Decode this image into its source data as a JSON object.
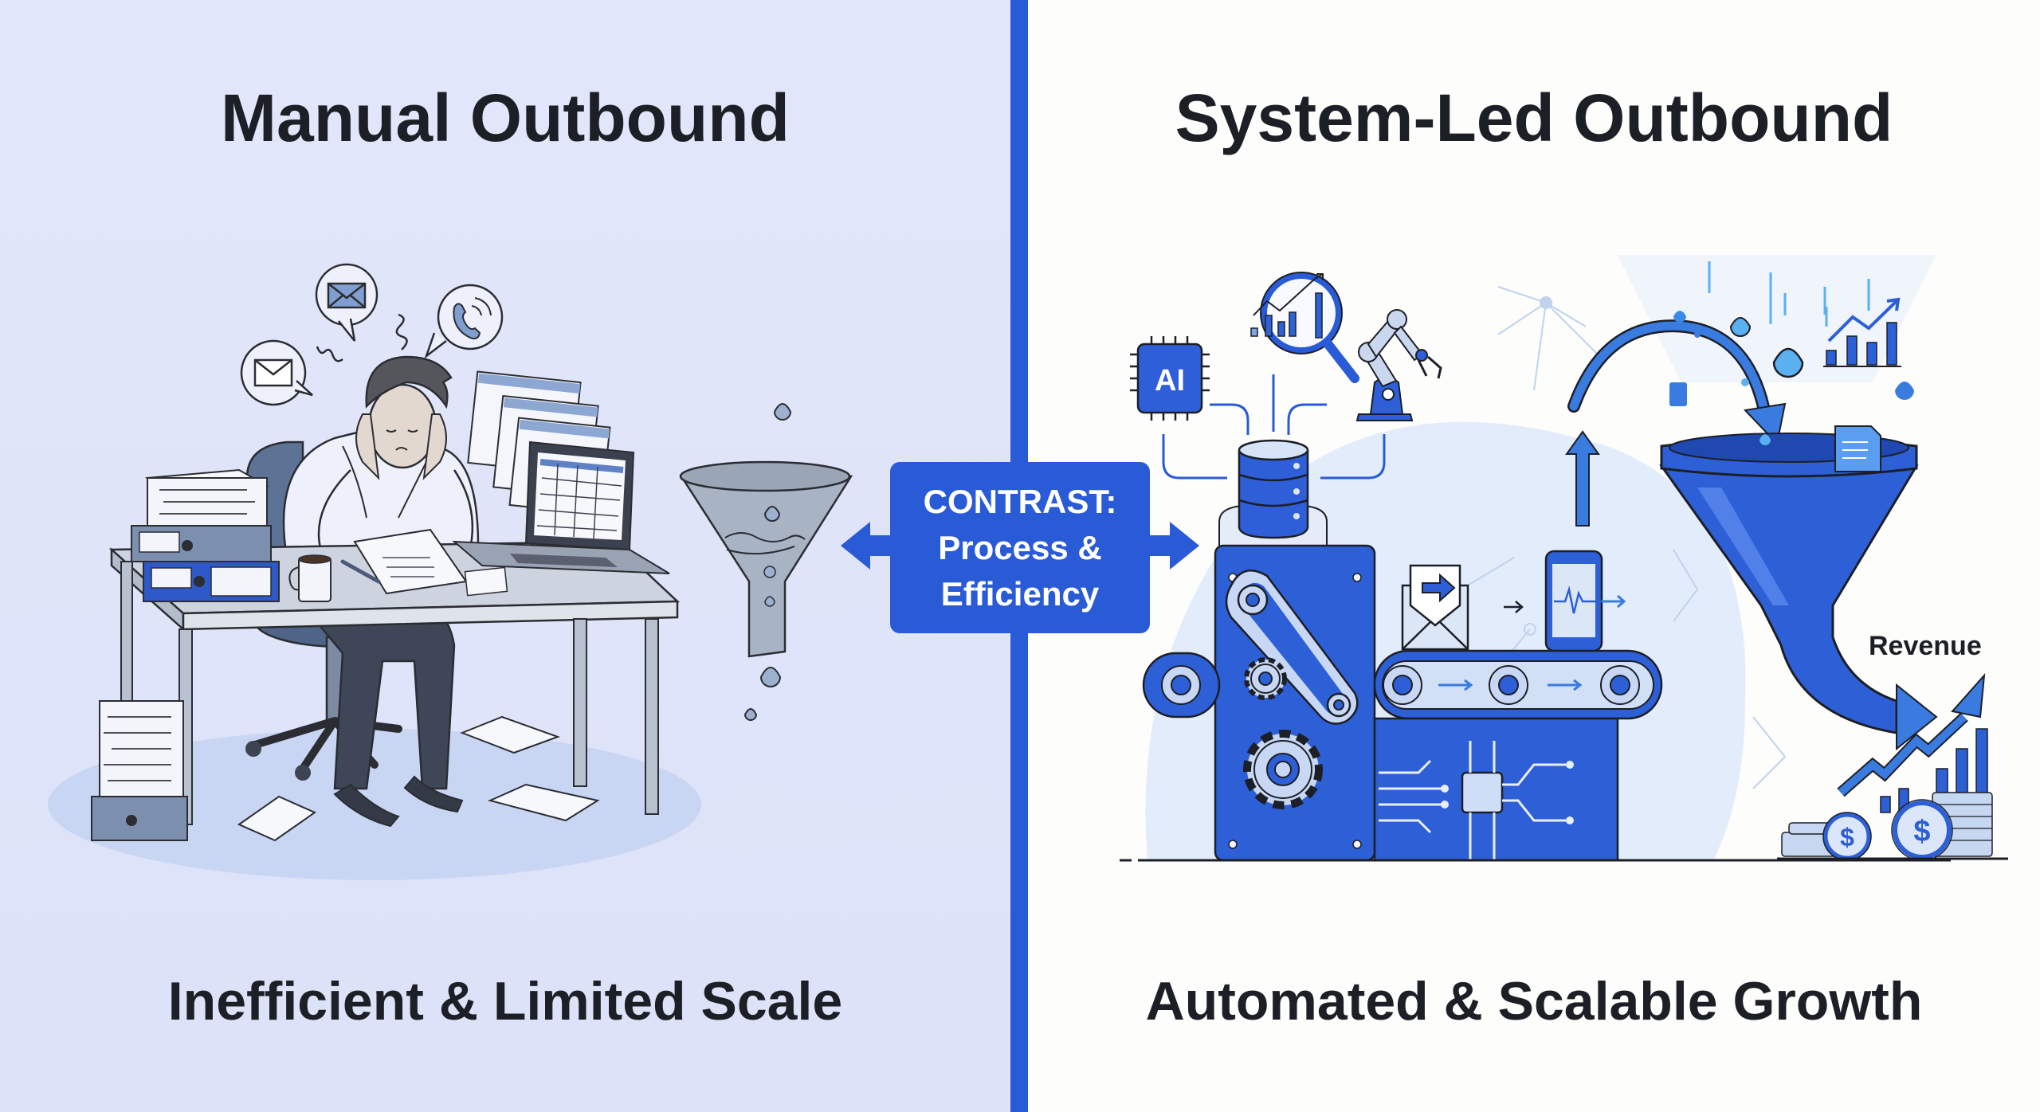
{
  "left_panel": {
    "title": "Manual Outbound",
    "subtitle": "Inefficient & Limited Scale",
    "illustration": {
      "subject": "stressed-worker-at-cluttered-desk",
      "icons": [
        "email-bubble-icon",
        "email-bubble-icon",
        "phone-bubble-icon",
        "spreadsheet-windows-icon",
        "laptop-icon",
        "paper-stack-icon",
        "binder-icon",
        "coffee-mug-icon",
        "leaky-funnel-icon"
      ]
    }
  },
  "center": {
    "label_line1": "CONTRAST:",
    "label_line2": "Process &",
    "label_line3": "Efficiency",
    "arrows": [
      "arrow-left-icon",
      "arrow-right-icon"
    ]
  },
  "right_panel": {
    "title": "System-Led Outbound",
    "subtitle": "Automated & Scalable Growth",
    "revenue_label": "Revenue",
    "ai_chip_label": "AI",
    "illustration": {
      "subject": "automated-conveyor-machine",
      "icons": [
        "ai-chip-icon",
        "analytics-magnifier-icon",
        "robot-arm-icon",
        "database-icon",
        "email-send-icon",
        "phone-pulse-icon",
        "gear-icon",
        "circuit-board-icon",
        "blue-funnel-icon",
        "growth-chart-icon",
        "coin-stack-icon",
        "dollar-coin-icon"
      ]
    }
  },
  "colors": {
    "accent": "#2a5bd7",
    "left_background": "#dfe4f9",
    "right_background": "#fdfdfb",
    "text": "#1d1f26"
  }
}
